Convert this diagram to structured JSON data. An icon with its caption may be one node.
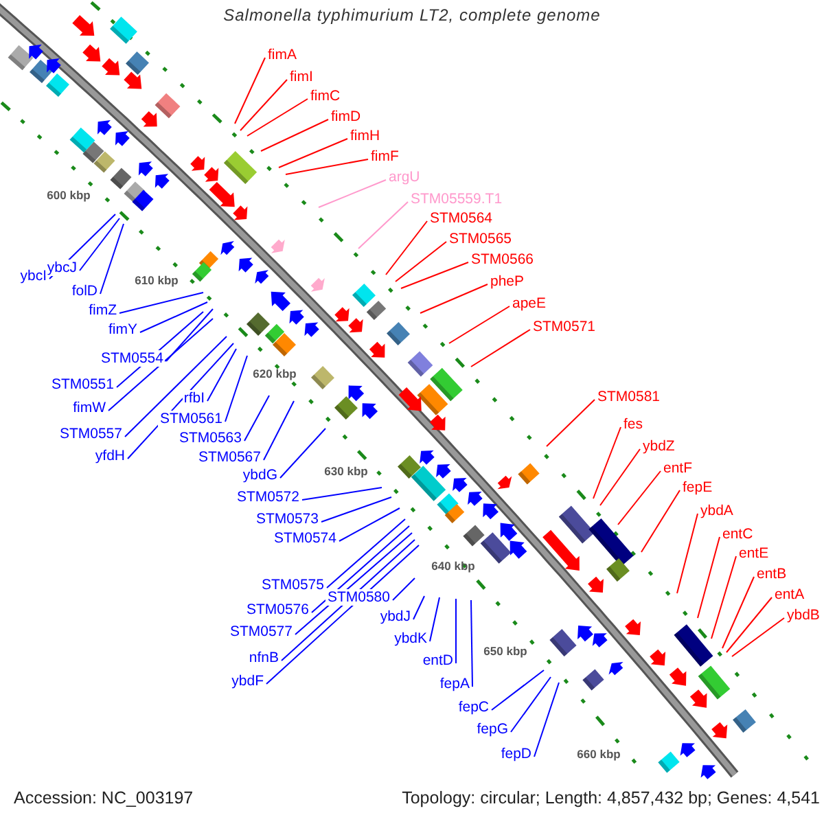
{
  "diagram": {
    "title": "Salmonella typhimurium LT2, complete genome",
    "nodes": [
      {
        "text": [
          "fimA"
        ]
      },
      {
        "text": [
          "fimI"
        ]
      },
      {
        "text": [
          "fimC"
        ]
      },
      {
        "text": [
          "fimD"
        ]
      },
      {
        "text": [
          "fimH"
        ]
      },
      {
        "text": [
          "fimF"
        ]
      },
      {
        "text": [
          "argU"
        ]
      },
      {
        "text": [
          "STM05559.T1"
        ]
      },
      {
        "text": [
          "STM0564"
        ]
      },
      {
        "text": [
          "STM0565"
        ]
      },
      {
        "text": [
          "STM0566"
        ]
      },
      {
        "text": [
          "pheP"
        ]
      },
      {
        "text": [
          "apeE"
        ]
      },
      {
        "text": [
          "STM0571"
        ]
      },
      {
        "text": [
          "STM0581"
        ]
      },
      {
        "text": [
          "fes"
        ]
      },
      {
        "text": [
          "ybdZ"
        ]
      },
      {
        "text": [
          "entF"
        ]
      },
      {
        "text": [
          "fepE"
        ]
      },
      {
        "text": [
          "ybdA"
        ]
      },
      {
        "text": [
          "entC"
        ]
      },
      {
        "text": [
          "entE"
        ]
      },
      {
        "text": [
          "entB"
        ]
      },
      {
        "text": [
          "entA"
        ]
      },
      {
        "text": [
          "ybdB"
        ]
      },
      {
        "text": [
          "ybcI"
        ]
      },
      {
        "text": [
          "ybcJ"
        ]
      },
      {
        "text": [
          "folD"
        ]
      },
      {
        "text": [
          "fimZ"
        ]
      },
      {
        "text": [
          "fimY"
        ]
      },
      {
        "text": [
          "STM0554"
        ]
      },
      {
        "text": [
          "STM0551"
        ]
      },
      {
        "text": [
          "fimW"
        ]
      },
      {
        "text": [
          "STM0557"
        ]
      },
      {
        "text": [
          "yfdH"
        ]
      },
      {
        "text": [
          "rfbI"
        ]
      },
      {
        "text": [
          "STM0561"
        ]
      },
      {
        "text": [
          "STM0563"
        ]
      },
      {
        "text": [
          "STM0567"
        ]
      },
      {
        "text": [
          "ybdG"
        ]
      },
      {
        "text": [
          "STM0572"
        ]
      },
      {
        "text": [
          "STM0573"
        ]
      },
      {
        "text": [
          "STM0574"
        ]
      },
      {
        "text": [
          "STM0575"
        ]
      },
      {
        "text": [
          "STM0576"
        ]
      },
      {
        "text": [
          "STM0577"
        ]
      },
      {
        "text": [
          "nfnB"
        ]
      },
      {
        "text": [
          "ybdF"
        ]
      },
      {
        "text": [
          "STM0580"
        ]
      },
      {
        "text": [
          "ybdJ"
        ]
      },
      {
        "text": [
          "ybdK"
        ]
      },
      {
        "text": [
          "entD"
        ]
      },
      {
        "text": [
          "fepA"
        ]
      },
      {
        "text": [
          "fepC"
        ]
      },
      {
        "text": [
          "fepG"
        ]
      },
      {
        "text": [
          "fepD"
        ]
      }
    ],
    "edges": [
      {
        "from": 0,
        "to": null,
        "arrow": "none",
        "color": "#ff0000"
      },
      {
        "from": 1,
        "to": null,
        "arrow": "none",
        "color": "#ff0000"
      },
      {
        "from": 2,
        "to": null,
        "arrow": "none",
        "color": "#ff0000"
      },
      {
        "from": 3,
        "to": null,
        "arrow": "none",
        "color": "#ff0000"
      },
      {
        "from": 4,
        "to": null,
        "arrow": "none",
        "color": "#ff0000"
      },
      {
        "from": 5,
        "to": null,
        "arrow": "none",
        "color": "#ff0000"
      },
      {
        "from": 6,
        "to": null,
        "arrow": "none",
        "color": "#ff99cc"
      },
      {
        "from": 7,
        "to": null,
        "arrow": "none",
        "color": "#ff99cc"
      },
      {
        "from": 8,
        "to": null,
        "arrow": "none",
        "color": "#ff0000"
      },
      {
        "from": 9,
        "to": null,
        "arrow": "none",
        "color": "#ff0000"
      },
      {
        "from": 10,
        "to": null,
        "arrow": "none",
        "color": "#ff0000"
      },
      {
        "from": 11,
        "to": null,
        "arrow": "none",
        "color": "#ff0000"
      },
      {
        "from": 12,
        "to": null,
        "arrow": "none",
        "color": "#ff0000"
      },
      {
        "from": 13,
        "to": null,
        "arrow": "none",
        "color": "#ff0000"
      },
      {
        "from": 14,
        "to": null,
        "arrow": "none",
        "color": "#ff0000"
      },
      {
        "from": 15,
        "to": null,
        "arrow": "none",
        "color": "#ff0000"
      },
      {
        "from": 16,
        "to": null,
        "arrow": "none",
        "color": "#ff0000"
      },
      {
        "from": 17,
        "to": null,
        "arrow": "none",
        "color": "#ff0000"
      },
      {
        "from": 18,
        "to": null,
        "arrow": "none",
        "color": "#ff0000"
      },
      {
        "from": 19,
        "to": null,
        "arrow": "none",
        "color": "#ff0000"
      },
      {
        "from": 20,
        "to": null,
        "arrow": "none",
        "color": "#ff0000"
      },
      {
        "from": 21,
        "to": null,
        "arrow": "none",
        "color": "#ff0000"
      },
      {
        "from": 22,
        "to": null,
        "arrow": "none",
        "color": "#ff0000"
      },
      {
        "from": 23,
        "to": null,
        "arrow": "none",
        "color": "#ff0000"
      },
      {
        "from": 24,
        "to": null,
        "arrow": "none",
        "color": "#ff0000"
      },
      {
        "from": 25,
        "to": null,
        "arrow": "none"
      },
      {
        "from": 26,
        "to": null,
        "arrow": "none"
      },
      {
        "from": 27,
        "to": null,
        "arrow": "none"
      },
      {
        "from": 28,
        "to": null,
        "arrow": "none"
      },
      {
        "from": 29,
        "to": null,
        "arrow": "none"
      },
      {
        "from": 30,
        "to": null,
        "arrow": "none"
      },
      {
        "from": 31,
        "to": null,
        "arrow": "none"
      },
      {
        "from": 32,
        "to": null,
        "arrow": "none"
      },
      {
        "from": 33,
        "to": null,
        "arrow": "none"
      },
      {
        "from": 34,
        "to": null,
        "arrow": "none"
      },
      {
        "from": 35,
        "to": null,
        "arrow": "none"
      },
      {
        "from": 36,
        "to": null,
        "arrow": "none"
      },
      {
        "from": 37,
        "to": null,
        "arrow": "none"
      },
      {
        "from": 38,
        "to": null,
        "arrow": "none"
      },
      {
        "from": 39,
        "to": null,
        "arrow": "none"
      },
      {
        "from": 40,
        "to": null,
        "arrow": "none"
      },
      {
        "from": 41,
        "to": null,
        "arrow": "none"
      },
      {
        "from": 42,
        "to": null,
        "arrow": "none"
      },
      {
        "from": 43,
        "to": null,
        "arrow": "none"
      },
      {
        "from": 44,
        "to": null,
        "arrow": "none"
      },
      {
        "from": 45,
        "to": null,
        "arrow": "none"
      },
      {
        "from": 46,
        "to": null,
        "arrow": "none"
      },
      {
        "from": 47,
        "to": null,
        "arrow": "none"
      },
      {
        "from": 48,
        "to": null,
        "arrow": "none"
      },
      {
        "from": 49,
        "to": null,
        "arrow": "none"
      },
      {
        "from": 50,
        "to": null,
        "arrow": "none"
      },
      {
        "from": 51,
        "to": null,
        "arrow": "none"
      },
      {
        "from": 52,
        "to": null,
        "arrow": "none"
      },
      {
        "from": 53,
        "to": null,
        "arrow": "none"
      },
      {
        "from": 54,
        "to": null,
        "arrow": "none"
      },
      {
        "from": 55,
        "to": null,
        "arrow": "none"
      }
    ],
    "labels": [
      "600 kbp",
      "610 kbp",
      "620 kbp",
      "630 kbp",
      "640 kbp",
      "650 kbp",
      "660 kbp",
      "Accession: NC_003197",
      "Topology: circular; Length: 4,857,432 bp; Genes: 4,541"
    ]
  }
}
